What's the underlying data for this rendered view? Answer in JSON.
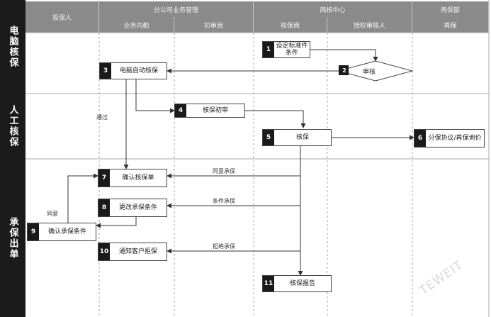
{
  "header": {
    "row1": [
      "投保人",
      "分公司业务管理",
      "两核中心",
      "再保部"
    ],
    "row2": [
      "业务内勤",
      "初审岗",
      "核保岗",
      "授权审核人",
      "再保"
    ]
  },
  "lanes": [
    "电脑核保",
    "人工核保",
    "承保出单"
  ],
  "nodes": [
    {
      "id": "n1",
      "num": "1",
      "text": "设定标准件条件"
    },
    {
      "id": "n2",
      "num": "2",
      "text": "审核"
    },
    {
      "id": "n3",
      "num": "3",
      "text": "电脑自动核保"
    },
    {
      "id": "n4",
      "num": "4",
      "text": "核保初审"
    },
    {
      "id": "n5",
      "num": "5",
      "text": "核保"
    },
    {
      "id": "n6",
      "num": "6",
      "text": "分保协议/再保询价"
    },
    {
      "id": "n7",
      "num": "7",
      "text": "确认核保单"
    },
    {
      "id": "n8",
      "num": "8",
      "text": "更改承保条件"
    },
    {
      "id": "n9",
      "num": "9",
      "text": "确认承保条件"
    },
    {
      "id": "n10",
      "num": "10",
      "text": "通知客户拒保"
    },
    {
      "id": "n11",
      "num": "11",
      "text": "核保报告"
    }
  ],
  "edge_labels": {
    "pass": "通过",
    "agree_accept": "同意承保",
    "conditional_accept": "条件承保",
    "agree": "同意",
    "reject": "拒绝承保"
  },
  "watermark": "TEWEIT"
}
